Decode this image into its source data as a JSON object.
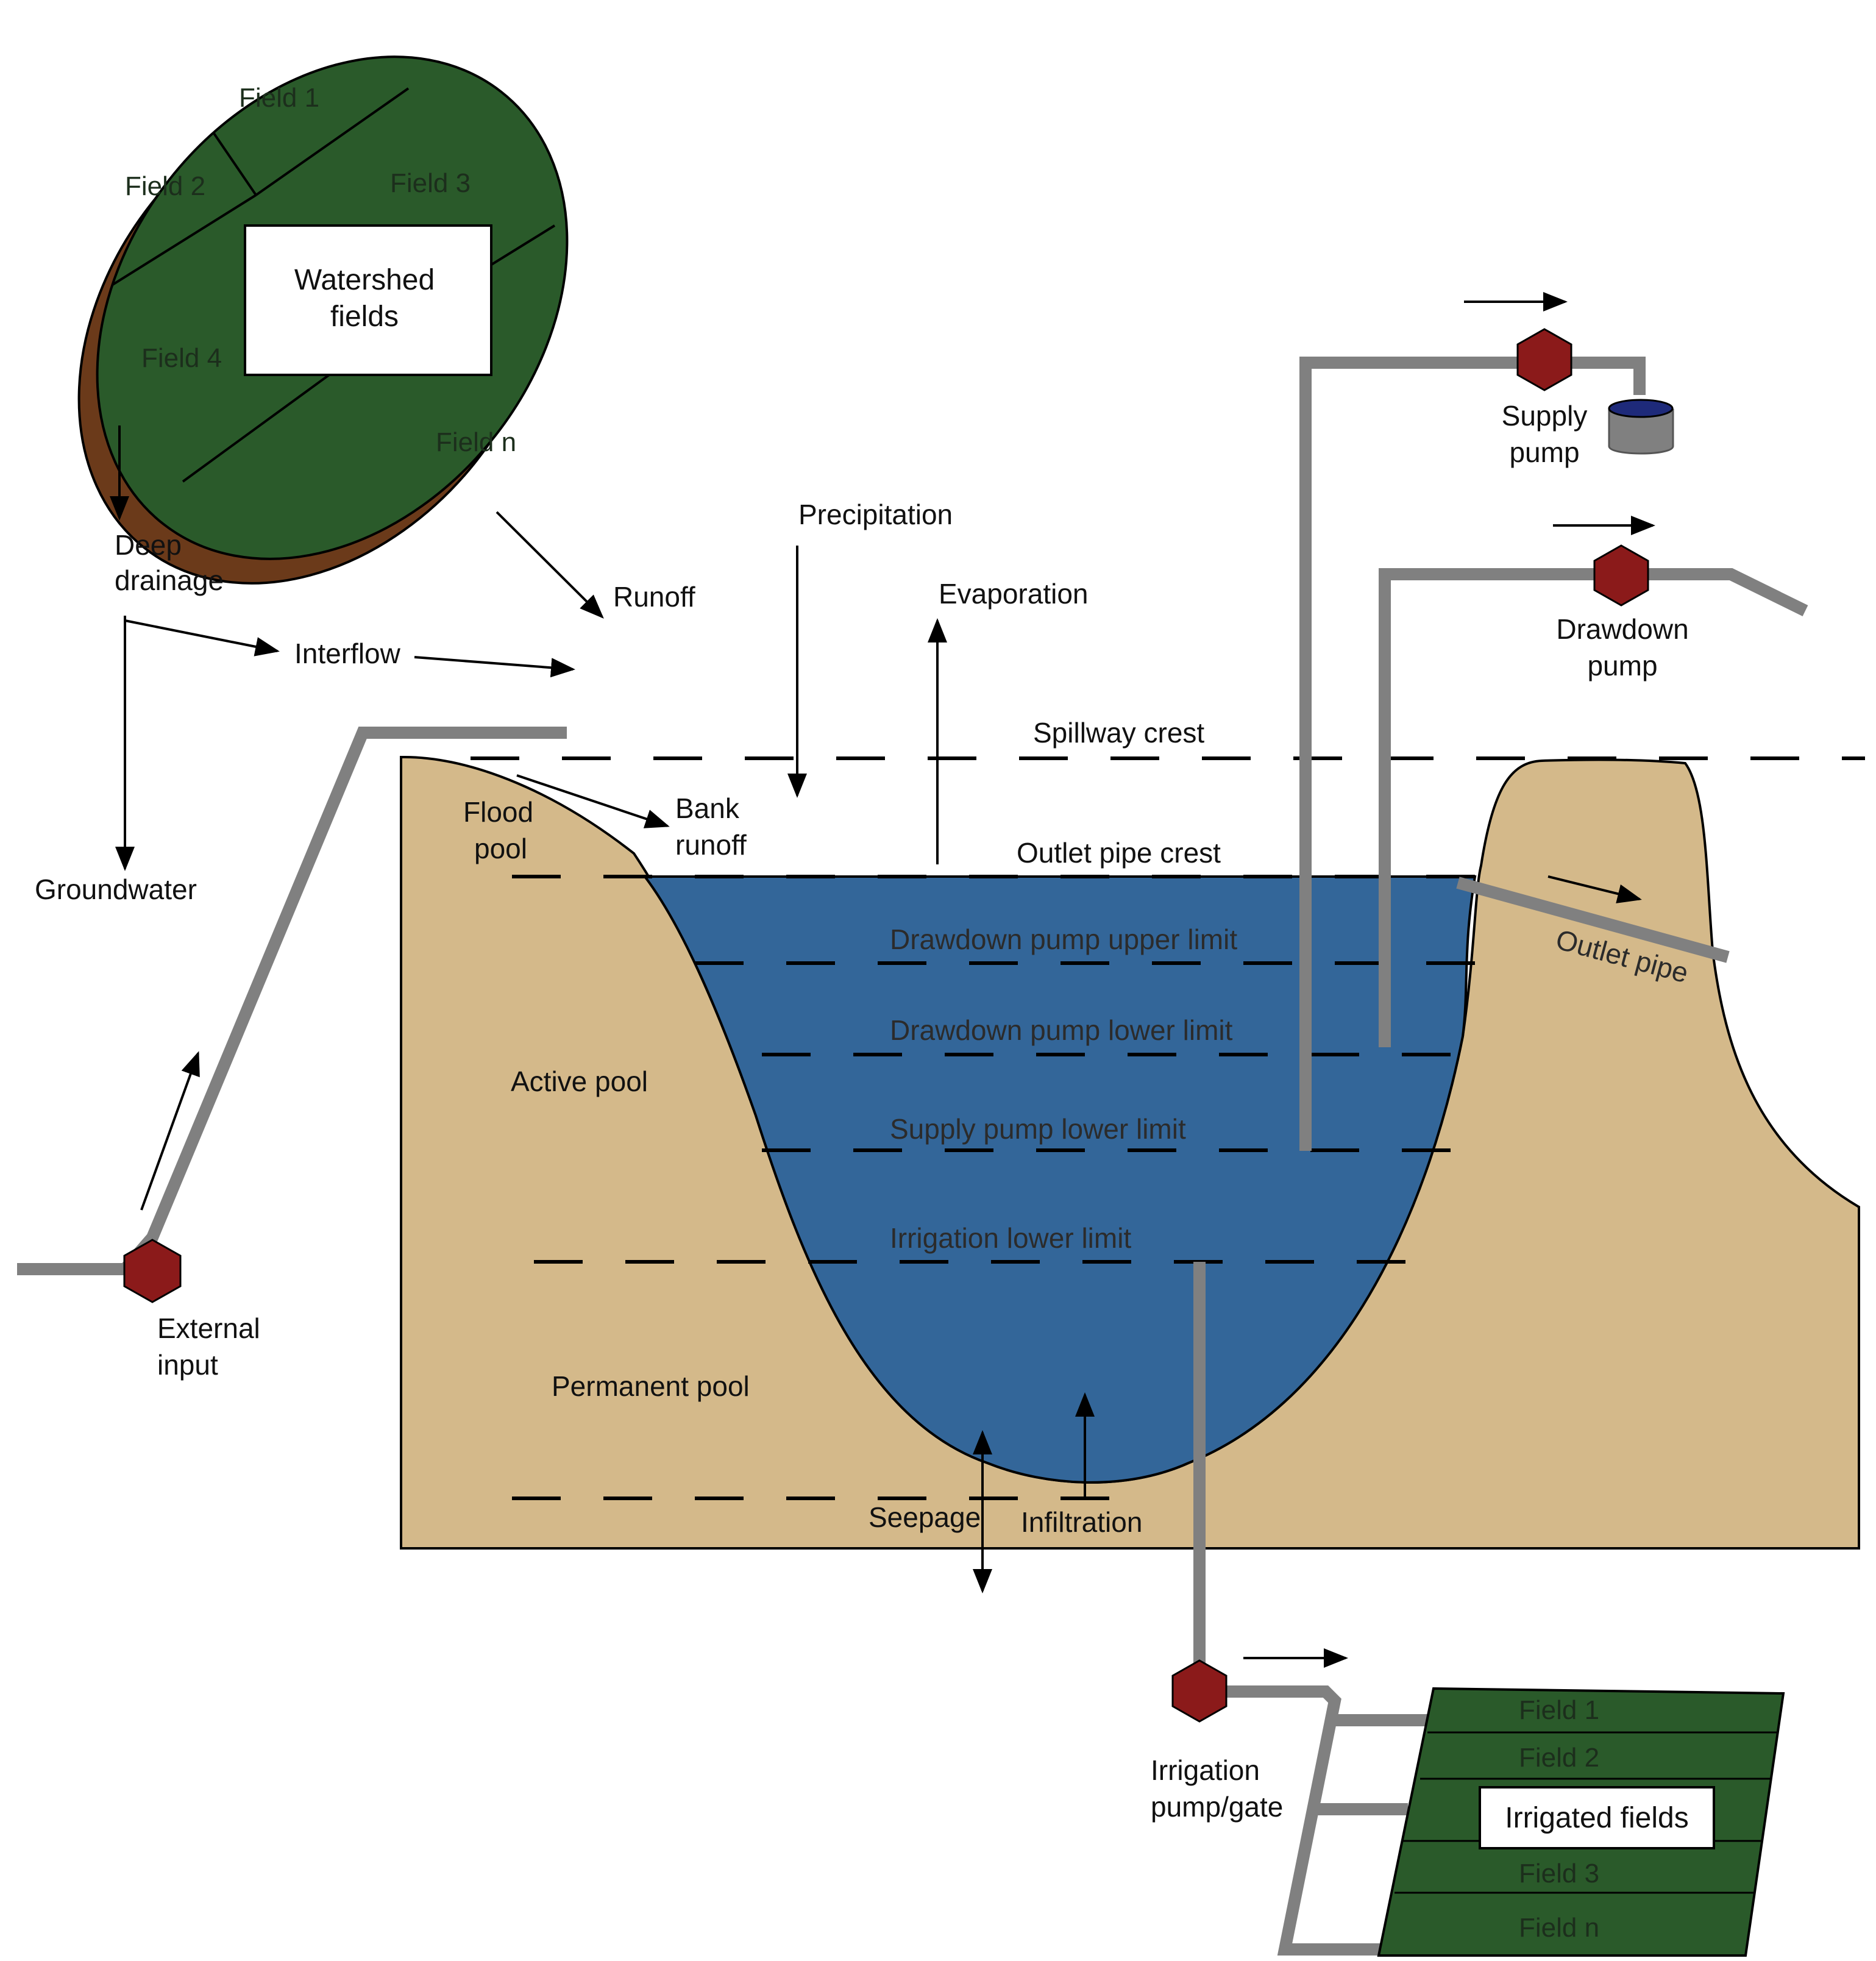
{
  "watershed": {
    "box_line1": "Watershed",
    "box_line2": "fields",
    "fields": [
      "Field 1",
      "Field 2",
      "Field 3",
      "Field 4",
      "Field n"
    ]
  },
  "fluxes": {
    "deep_drainage_1": "Deep",
    "deep_drainage_2": "drainage",
    "interflow": "Interflow",
    "runoff": "Runoff",
    "groundwater": "Groundwater",
    "precipitation": "Precipitation",
    "evaporation": "Evaporation",
    "bank_runoff_1": "Bank",
    "bank_runoff_2": "runoff",
    "seepage": "Seepage",
    "infiltration": "Infiltration"
  },
  "pools": {
    "flood_1": "Flood",
    "flood_2": "pool",
    "active": "Active pool",
    "permanent": "Permanent pool"
  },
  "levels": {
    "spillway_crest": "Spillway crest",
    "outlet_pipe_crest": "Outlet pipe crest",
    "drawdown_upper": "Drawdown pump upper limit",
    "drawdown_lower": "Drawdown pump lower limit",
    "supply_lower": "Supply pump lower limit",
    "irrigation_lower": "Irrigation lower limit"
  },
  "pumps": {
    "supply_1": "Supply",
    "supply_2": "pump",
    "drawdown_1": "Drawdown",
    "drawdown_2": "pump",
    "external_1": "External",
    "external_2": "input",
    "irrigation_1": "Irrigation",
    "irrigation_2": "pump/gate",
    "outlet_pipe": "Outlet pipe"
  },
  "irrigated": {
    "box": "Irrigated fields",
    "fields": [
      "Field 1",
      "Field 2",
      "Field 3",
      "Field n"
    ]
  },
  "colors": {
    "field_green": "#2a5a2a",
    "disk_edge": "#6b3a1a",
    "soil": "#d4b98a",
    "water": "#336699",
    "pump": "#8b1a1a",
    "pipe": "#808080"
  }
}
